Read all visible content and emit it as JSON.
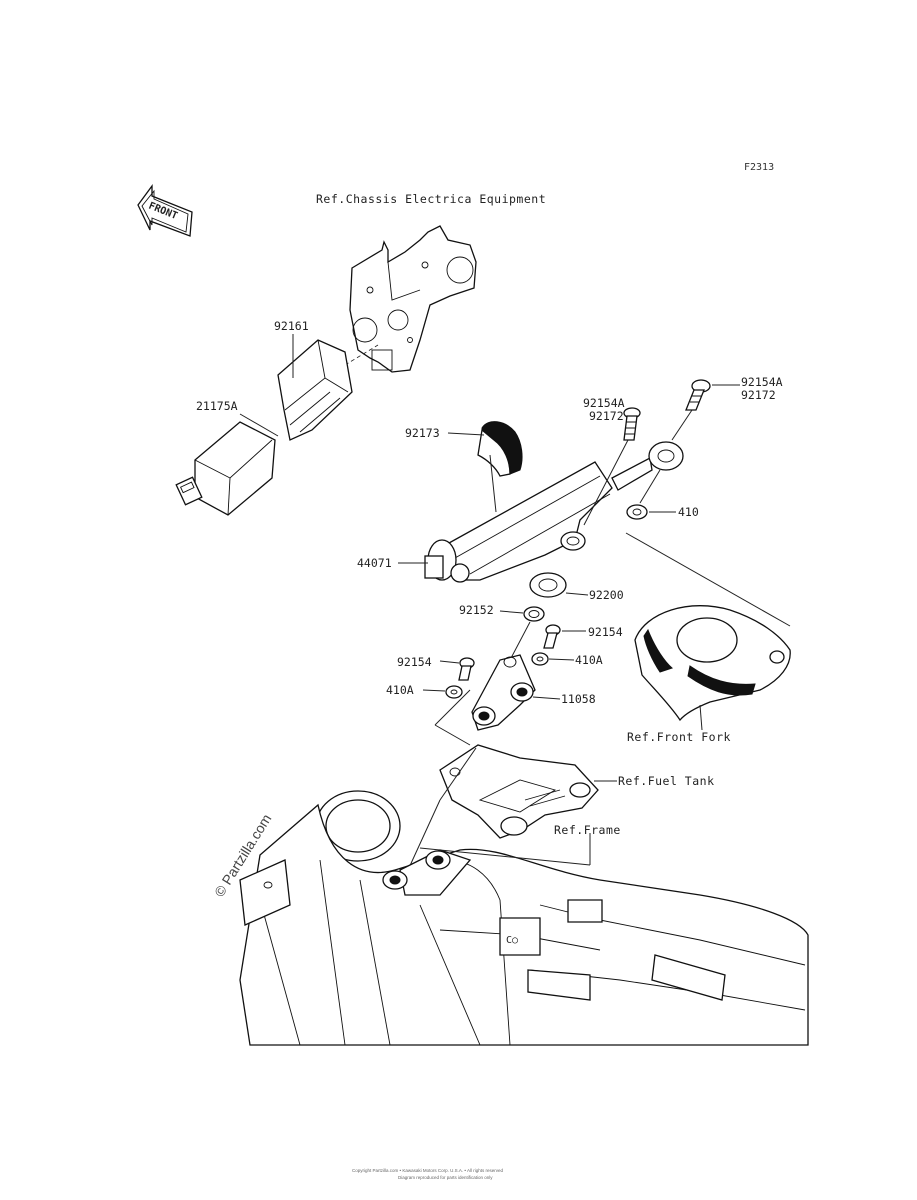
{
  "figure_code": "F2313",
  "front_arrow_label": "FRONT",
  "references": {
    "chassis_electrical": "Ref.Chassis Electrica Equipment",
    "front_fork": "Ref.Front Fork",
    "fuel_tank": "Ref.Fuel Tank",
    "frame": "Ref.Frame"
  },
  "parts": {
    "p92161": "92161",
    "p21175A": "21175A",
    "p92173": "92173",
    "p44071": "44071",
    "p92154A_top_a": "92154A",
    "p92172_top_a": "92172",
    "p92154A_top_b": "92154A",
    "p92172_top_b": "92172",
    "p410": "410",
    "p92200": "92200",
    "p92152": "92152",
    "p92154_right": "92154",
    "p410A_right": "410A",
    "p92154_left": "92154",
    "p410A_left": "410A",
    "p11058": "11058"
  },
  "watermark": "© Partzilla.com",
  "footer_line1": "Copyright Partzilla.com • Kawasaki Motors Corp. U.S.A. • All rights reserved",
  "footer_line2": "Diagram reproduced for parts identification only"
}
